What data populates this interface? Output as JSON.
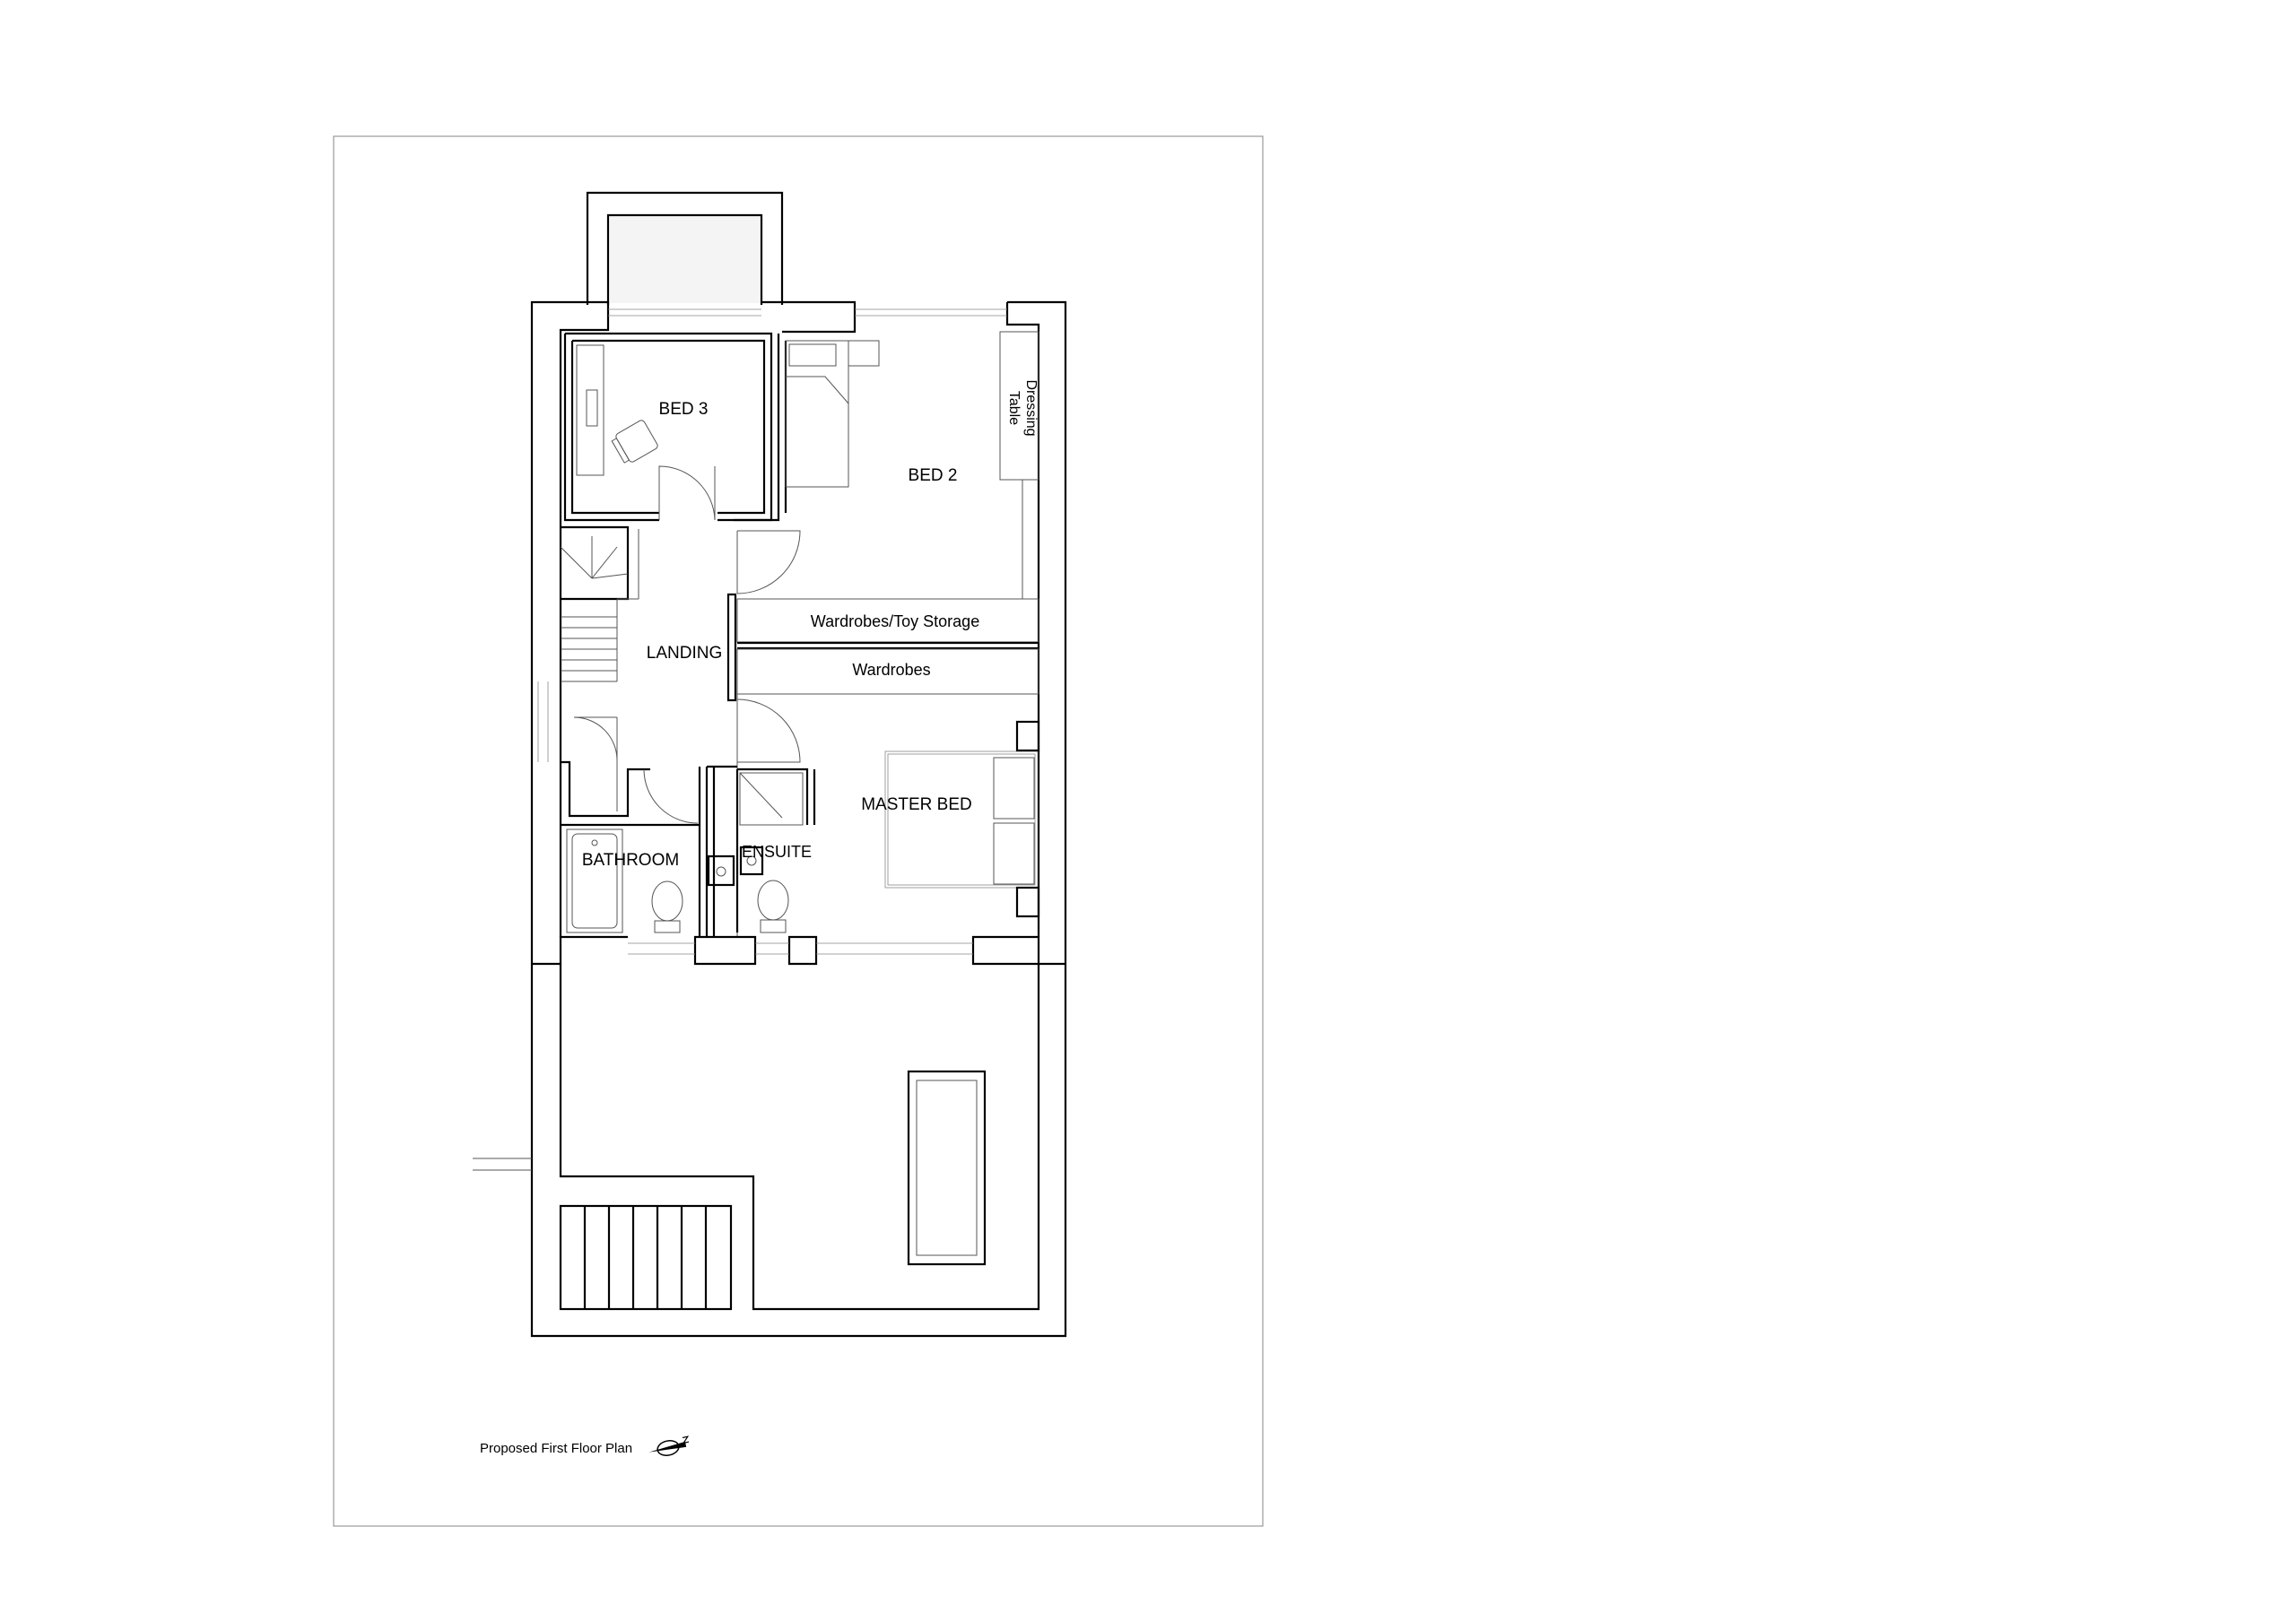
{
  "rooms": {
    "bed3": "BED 3",
    "bed2": "BED 2",
    "dressing_line1": "Dressing",
    "dressing_line2": "Table",
    "wardrobes_toy": "Wardrobes/Toy Storage",
    "landing": "LANDING",
    "wardrobes": "Wardrobes",
    "master_bed": "MASTER BED",
    "bathroom": "BATHROOM",
    "ensuite": "ENSUITE"
  },
  "drawing": {
    "caption": "Proposed First Floor Plan",
    "north_arrow": "north-arrow-icon"
  }
}
